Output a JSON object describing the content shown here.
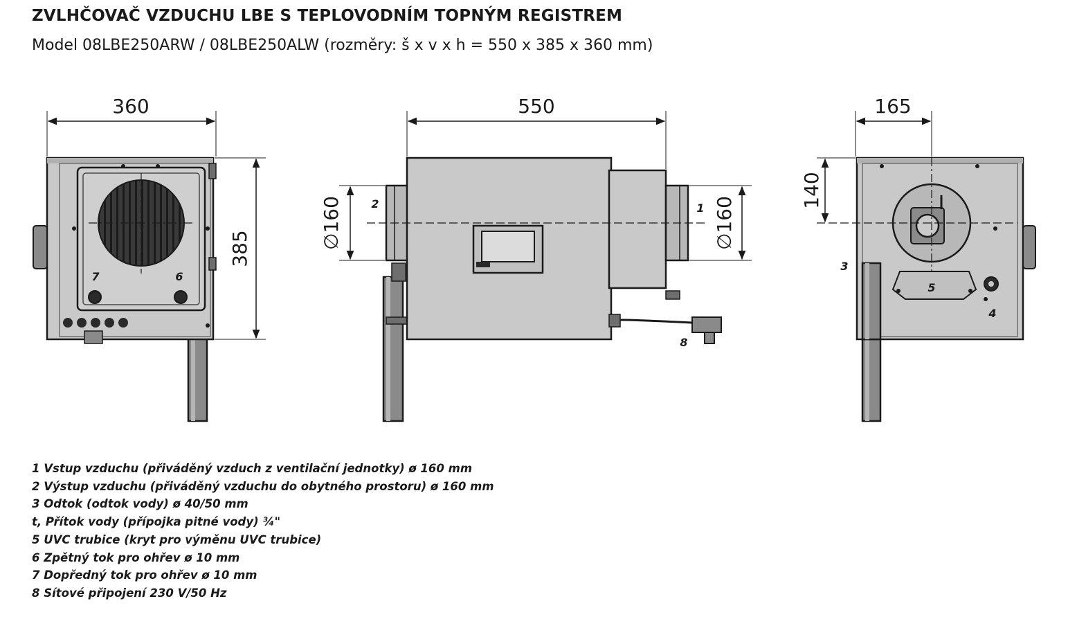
{
  "title": "ZVLHČOVAČ VZDUCHU LBE S TEPLOVODNÍM TOPNÝM REGISTREM",
  "subtitle": "Model 08LBE250ARW / 08LBE250ALW (rozměry: š x v x h = 550 x 385 x 360 mm)",
  "dimensions": {
    "left_width": "360",
    "left_height": "385",
    "middle_width": "550",
    "middle_dia_left": "∅160",
    "middle_dia_right": "∅160",
    "right_width": "165",
    "right_height": "140"
  },
  "callouts": {
    "c1": "1",
    "c2": "2",
    "c3": "3",
    "c4": "4",
    "c5": "5",
    "c6": "6",
    "c7": "7",
    "c8": "8"
  },
  "legend": [
    "1 Vstup vzduchu (přiváděný vzduch z ventilační jednotky) ø 160 mm",
    "2 Výstup vzduchu (přiváděný vzduchu do obytného prostoru) ø 160 mm",
    "3 Odtok (odtok vody) ø 40/50 mm",
    "t, Přítok vody (přípojka pitné vody) ¾\"",
    "5 UVC trubice (kryt pro výměnu UVC trubice)",
    "6 Zpětný tok pro ohřev ø 10 mm",
    "7 Dopředný tok pro ohřev ø 10 mm",
    "8 Sítové připojení 230 V/50 Hz"
  ],
  "colors": {
    "housing": "#c9c9c9",
    "housing_dark": "#6e6e6e",
    "outline": "#1a1a1a",
    "fan": "#2a2a2a"
  }
}
